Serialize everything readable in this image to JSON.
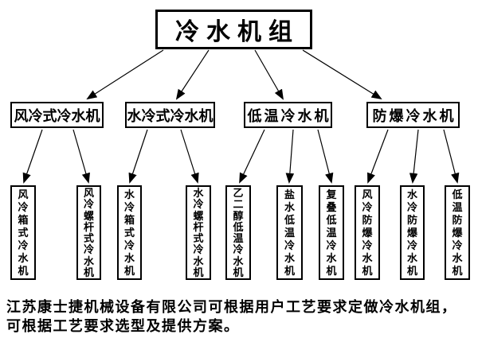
{
  "diagram": {
    "root": {
      "label": "冷水机组"
    },
    "level2": [
      {
        "label": "风冷式冷水机"
      },
      {
        "label": "水冷式冷水机"
      },
      {
        "label": "低温冷水机"
      },
      {
        "label": "防爆冷水机"
      }
    ],
    "level3": [
      {
        "label": "风冷箱式冷水机",
        "parent": "风冷式冷水机"
      },
      {
        "label": "风冷螺杆式冷水机",
        "parent": "风冷式冷水机"
      },
      {
        "label": "水冷箱式冷水机",
        "parent": "水冷式冷水机"
      },
      {
        "label": "水冷螺杆式冷水机",
        "parent": "水冷式冷水机"
      },
      {
        "label": "乙二醇低温冷水机",
        "parent": "低温冷水机"
      },
      {
        "label": "盐水低温冷水机",
        "parent": "低温冷水机"
      },
      {
        "label": "复叠低温冷水机",
        "parent": "低温冷水机"
      },
      {
        "label": "风冷防爆冷水机",
        "parent": "防爆冷水机"
      },
      {
        "label": "水冷防爆冷水机",
        "parent": "防爆冷水机"
      },
      {
        "label": "低温防爆冷水机",
        "parent": "防爆冷水机"
      }
    ]
  },
  "footer": {
    "line1": "江苏康士捷机械设备有限公司可根据用户工艺要求定做冷水机组，",
    "line2": "可根据工艺要求选型及提供方案。"
  },
  "colors": {
    "background": "#ffffff",
    "border": "#000000",
    "text": "#000000",
    "arrow": "#000000"
  }
}
